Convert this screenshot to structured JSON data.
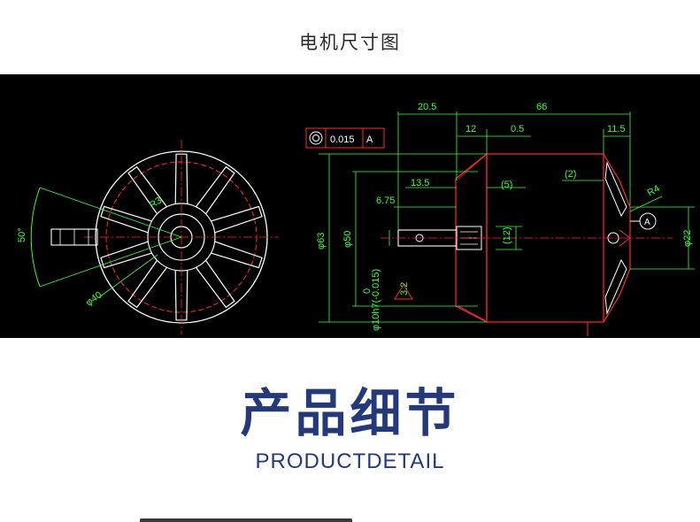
{
  "page": {
    "title": "电机尺寸图"
  },
  "section": {
    "title": "产品细节",
    "subtitle": "PRODUCTDETAIL"
  },
  "colors": {
    "background": "#ffffff",
    "drawing_bg": "#000000",
    "dimension": "#39ff39",
    "outline": "#ffffff",
    "centerline": "#ff2a2a",
    "heading": "#24397a"
  },
  "drawing": {
    "tolerance_frame": {
      "value": "0.015",
      "datum": "A"
    },
    "datum_marker": "A",
    "dims": {
      "d20_5": "20.5",
      "d66": "66",
      "d12": "12",
      "d0_5": "0.5",
      "d11_5": "11.5",
      "d13_5": "13.5",
      "d5": "(5)",
      "d6_75": "6.75",
      "d2": "(2)",
      "r4": "R4",
      "d12p": "(12)",
      "phi22": "φ22",
      "phi63": "φ63",
      "phi50": "φ50",
      "shaft": "φ10h7(-0.015)",
      "shaft_upper": "0",
      "rough": "3.2",
      "r3": "R3",
      "angle50": "50°",
      "phi40": "φ40"
    }
  }
}
